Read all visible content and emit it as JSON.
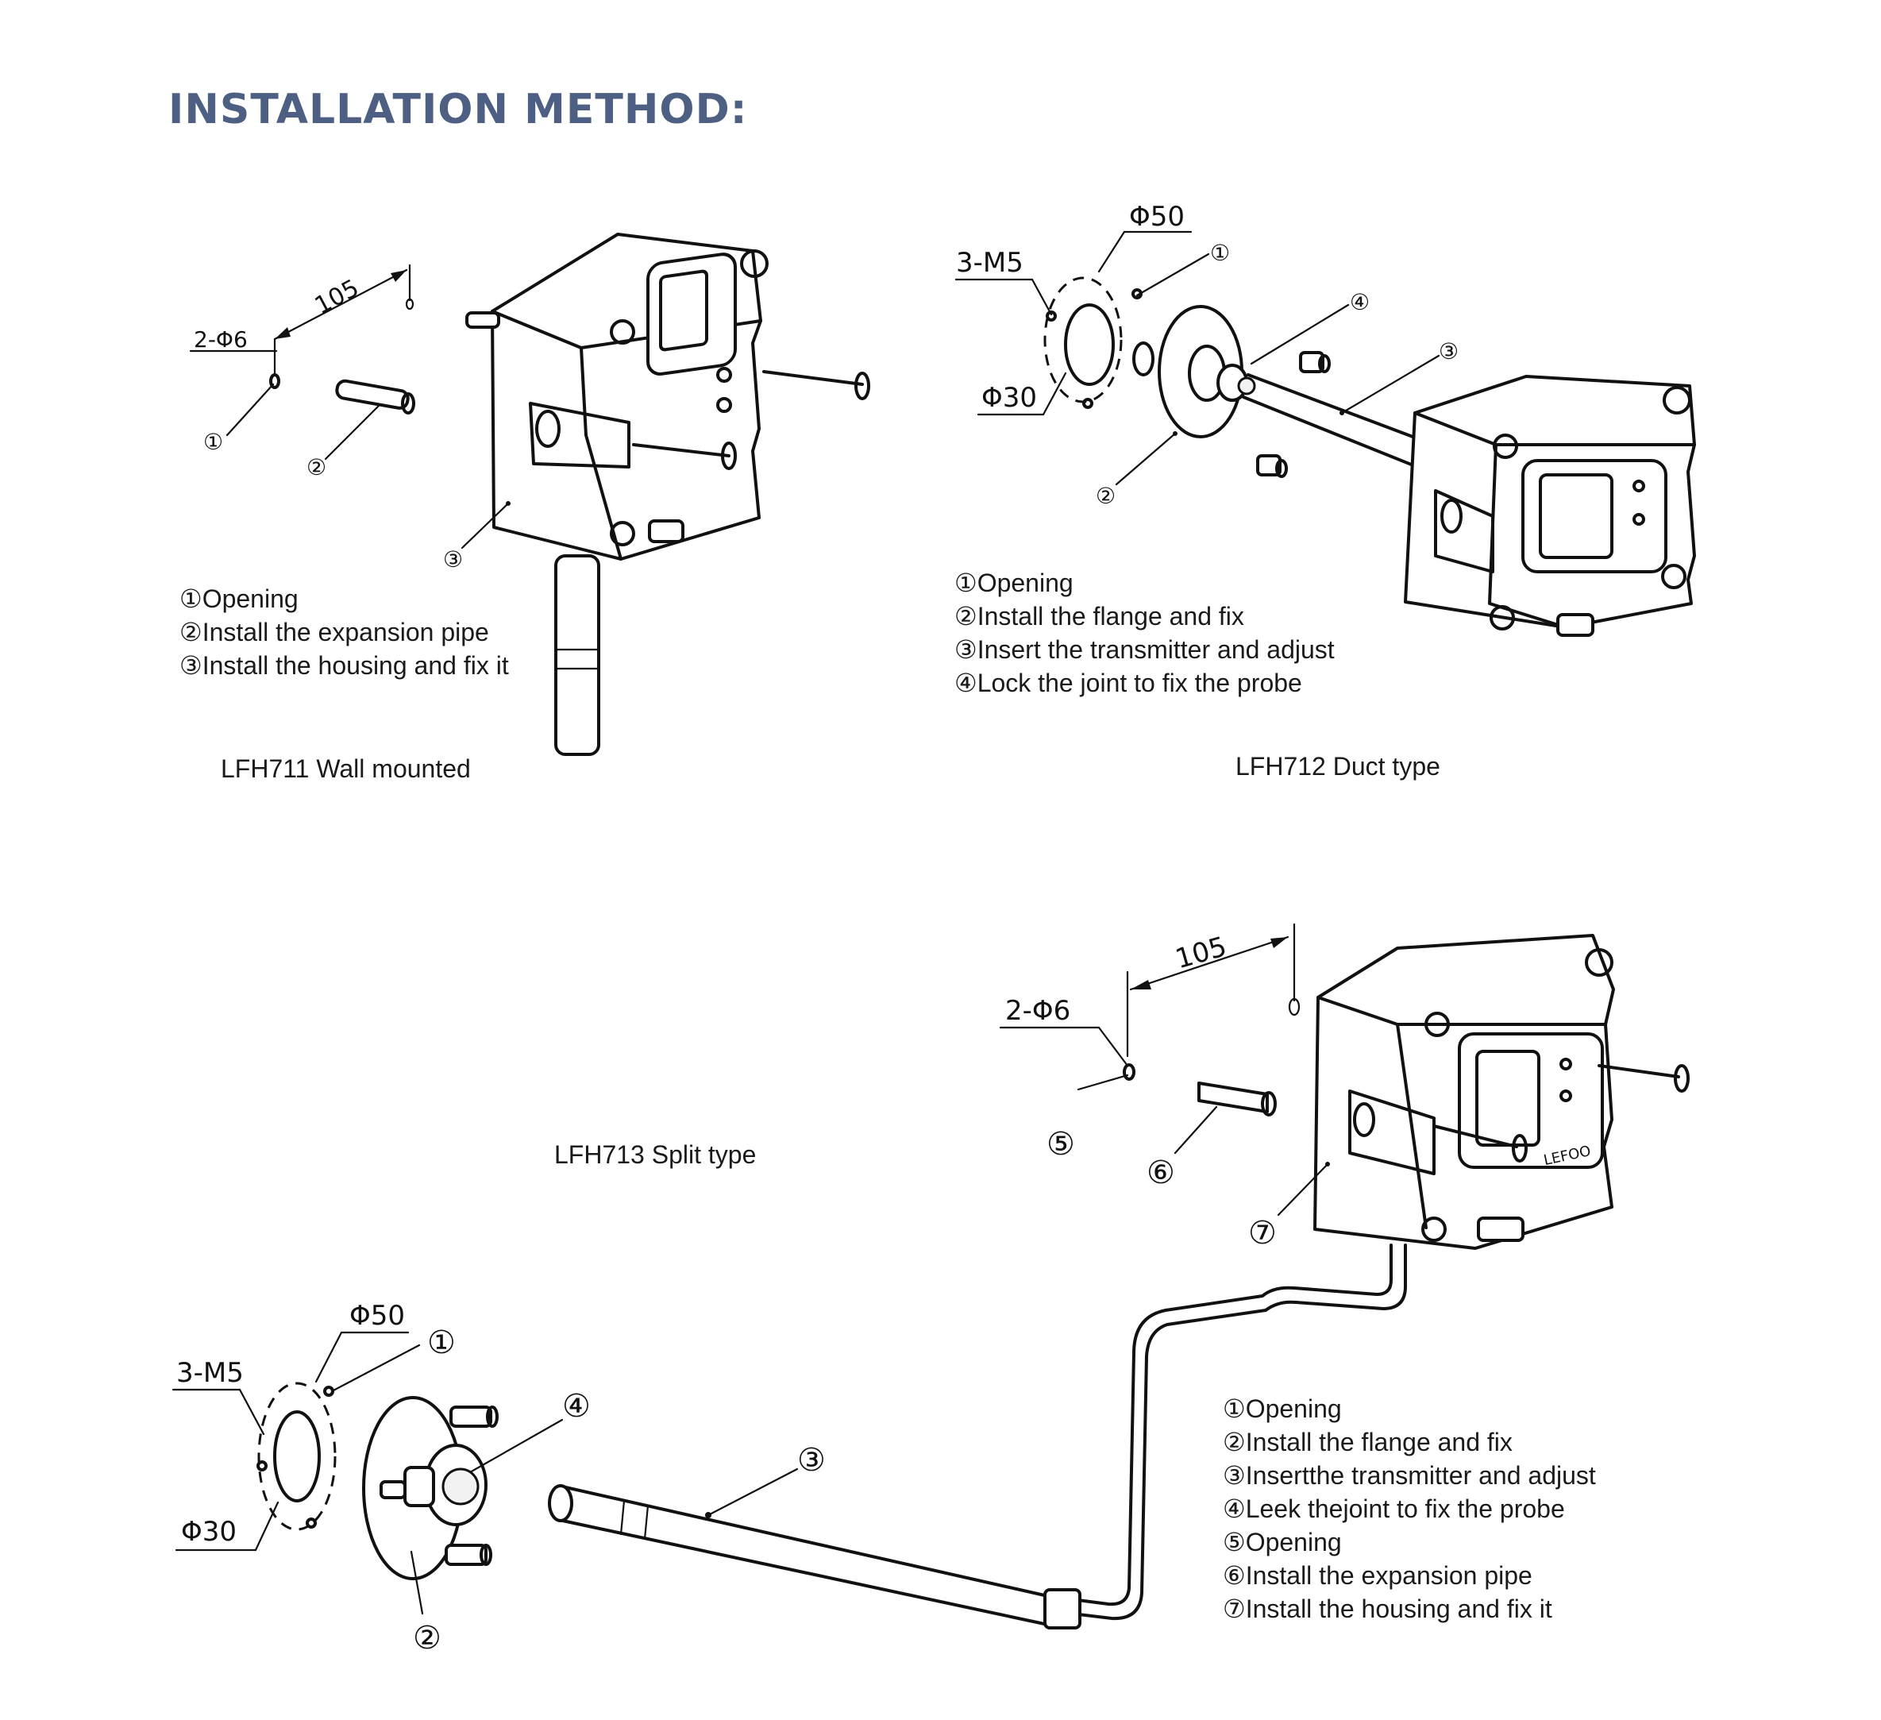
{
  "title": "INSTALLATION METHOD:",
  "lfh711": {
    "caption": "LFH711 Wall mounted",
    "dim_spacing": "105",
    "dim_holes": "2-Φ6",
    "callouts": [
      "①",
      "②",
      "③"
    ],
    "steps": [
      "①Opening",
      "②Install the expansion pipe",
      "③Install the housing and fix it"
    ]
  },
  "lfh712": {
    "caption": "LFH712 Duct type",
    "dim_outer": "Φ50",
    "dim_screws": "3-M5",
    "dim_inner": "Φ30",
    "callouts": [
      "①",
      "②",
      "③",
      "④"
    ],
    "steps": [
      "①Opening",
      "②Install the flange and fix",
      "③Insert the transmitter and adjust",
      "④Lock the joint to fix the probe"
    ]
  },
  "lfh713": {
    "caption": "LFH713 Split type",
    "dim_spacing": "105",
    "dim_holes": "2-Φ6",
    "dim_outer": "Φ50",
    "dim_screws": "3-M5",
    "dim_inner": "Φ30",
    "brand": "LEFOO",
    "callouts": [
      "①",
      "②",
      "③",
      "④",
      "⑤",
      "⑥",
      "⑦"
    ],
    "steps": [
      "①Opening",
      "②Install the flange and fix",
      "③Insertthe transmitter and adjust",
      "④Leek thejoint to fix the probe",
      "⑤Opening",
      "⑥Install the expansion pipe",
      "⑦Install the housing and fix it"
    ]
  }
}
